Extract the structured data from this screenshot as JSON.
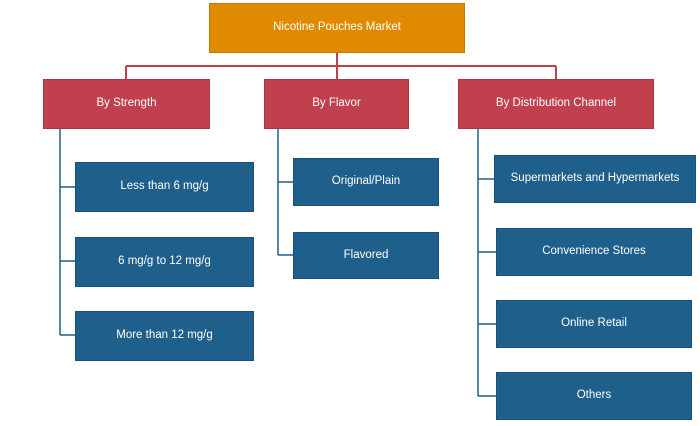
{
  "colors": {
    "root_fill": "#e08a00",
    "category_fill": "#c0404e",
    "leaf_fill": "#1f5f8b",
    "connector_root": "#c0404e",
    "connector_leaf": "#1f5f8b"
  },
  "root": {
    "label": "Nicotine Pouches Market"
  },
  "categories": [
    {
      "label": "By Strength",
      "items": [
        "Less than 6 mg/g",
        "6 mg/g to 12 mg/g",
        "More than 12 mg/g"
      ]
    },
    {
      "label": "By Flavor",
      "items": [
        "Original/Plain",
        "Flavored"
      ]
    },
    {
      "label": "By Distribution Channel",
      "items": [
        "Supermarkets and Hypermarkets",
        "Convenience Stores",
        "Online Retail",
        "Others"
      ]
    }
  ]
}
